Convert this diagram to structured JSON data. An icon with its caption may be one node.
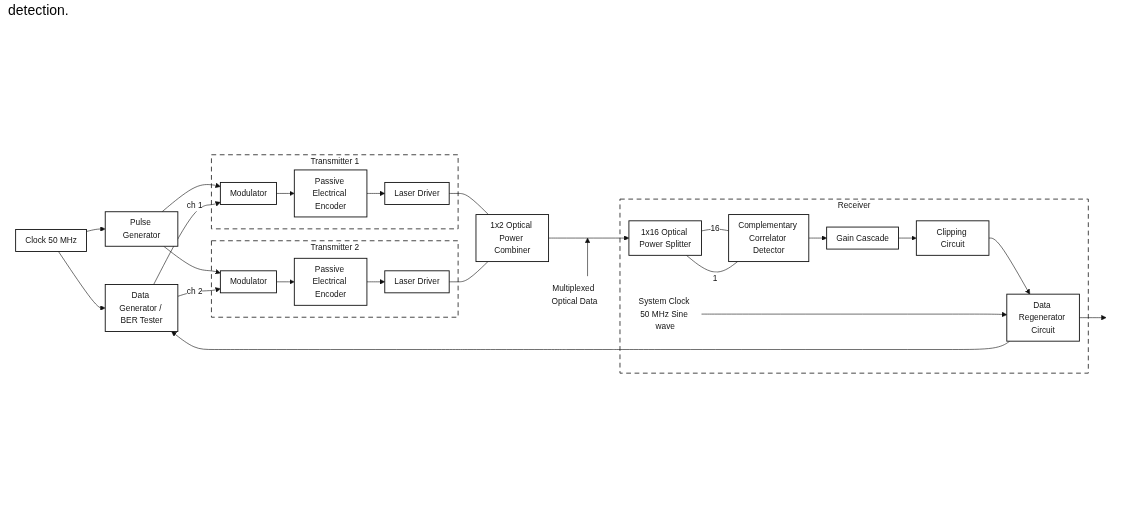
{
  "diagram": {
    "nodes": [
      {
        "text": [
          "Clock 50 MHz"
        ]
      },
      {
        "text": [
          "Pulse Generator"
        ]
      },
      {
        "text": [
          "Data Generator / BER Tester"
        ]
      },
      {
        "text": [
          "Transmitter 1"
        ]
      },
      {
        "text": [
          "Modulator"
        ],
        "in": 3
      },
      {
        "text": [
          "Passive Electrical Encoder"
        ],
        "in": 3
      },
      {
        "text": [
          "Laser Driver"
        ],
        "in": 3
      },
      {
        "text": [
          "Transmitter 2"
        ]
      },
      {
        "text": [
          "Modulator"
        ],
        "in": 7
      },
      {
        "text": [
          "Passive Electrical Encoder"
        ],
        "in": 7
      },
      {
        "text": [
          "Laser Driver"
        ],
        "in": 7
      },
      {
        "text": [
          "1x2 Optical Power Combiner"
        ]
      },
      {
        "text": [
          "Receiver"
        ]
      },
      {
        "text": [
          "1x16 Optical Power Splitter"
        ],
        "in": 12
      },
      {
        "text": [
          "Complementary Correlator Detector"
        ],
        "in": 12
      },
      {
        "text": [
          "Gain Cascade"
        ],
        "in": 12
      },
      {
        "text": [
          "Clipping Circuit"
        ],
        "in": 12
      },
      {
        "text": [
          "Data Regenerator Circuit"
        ],
        "in": 12
      },
      {
        "text": [
          "System Clock 50 MHz Sine wave"
        ],
        "in": 12
      },
      {
        "text": [
          "Multiplexed Optical Data"
        ]
      }
    ],
    "edges": [
      {
        "from": 0,
        "to": 2,
        "arrow": "to"
      },
      {
        "from": 0,
        "to": 1,
        "arrow": "to"
      },
      {
        "from": 1,
        "to": 4,
        "arrow": "to"
      },
      {
        "from": 1,
        "to": 8,
        "arrow": "to"
      },
      {
        "from": 2,
        "to": 4,
        "label": "ch 1",
        "arrow": "to"
      },
      {
        "from": 2,
        "to": 8,
        "label": "ch 2",
        "arrow": "to"
      },
      {
        "from": 4,
        "to": 5,
        "arrow": "to"
      },
      {
        "from": 5,
        "to": 6,
        "arrow": "to"
      },
      {
        "from": 8,
        "to": 9,
        "arrow": "to"
      },
      {
        "from": 9,
        "to": 10,
        "arrow": "to"
      },
      {
        "from": 6,
        "to": 11,
        "arrow": "none"
      },
      {
        "from": 10,
        "to": 11,
        "arrow": "none"
      },
      {
        "from": 11,
        "to": 13,
        "arrow": "to"
      },
      {
        "from": 19,
        "to": null,
        "arrow": "to"
      },
      {
        "from": 13,
        "to": 14,
        "label": "16",
        "arrow": "none"
      },
      {
        "from": 13,
        "to": 14,
        "label": "1",
        "arrow": "none"
      },
      {
        "from": 14,
        "to": 15,
        "arrow": "to"
      },
      {
        "from": 15,
        "to": 16,
        "arrow": "to"
      },
      {
        "from": 16,
        "to": 17,
        "arrow": "to"
      },
      {
        "from": 18,
        "to": 17,
        "arrow": "to"
      },
      {
        "from": 17,
        "to": null,
        "arrow": "to"
      },
      {
        "from": 17,
        "to": 2,
        "arrow": "to"
      }
    ],
    "labels": [
      "detection."
    ]
  }
}
